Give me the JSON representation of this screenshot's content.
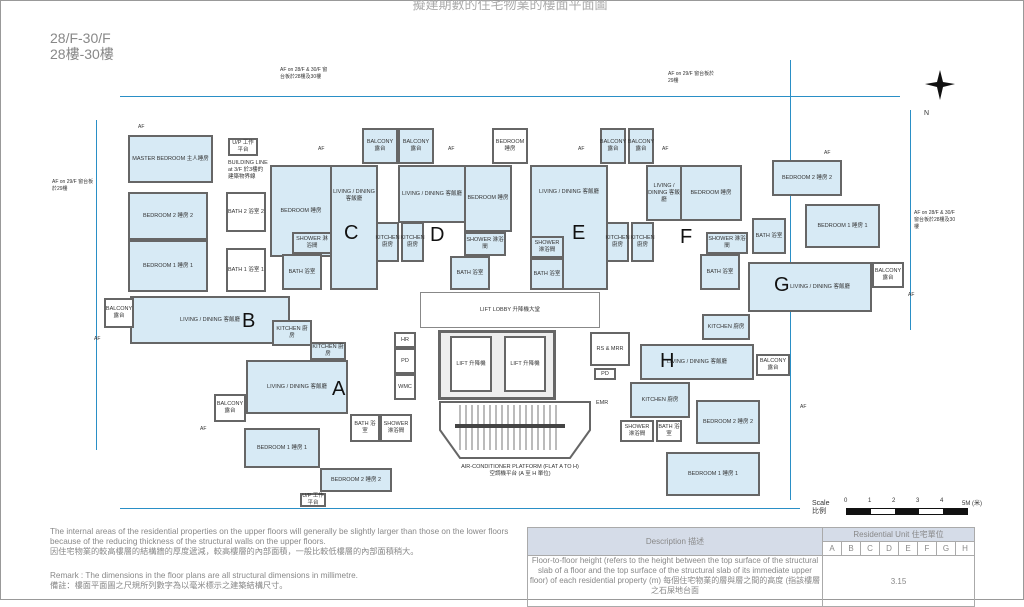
{
  "title": "擬建期數的住宅物業的樓面平面圖",
  "floor": {
    "en": "28/F-30/F",
    "zh": "28樓-30樓"
  },
  "compass": "N",
  "units": [
    "A",
    "B",
    "C",
    "D",
    "E",
    "F",
    "G",
    "H"
  ],
  "rooms": {
    "master_bedroom": "MASTER BEDROOM 主人睡房",
    "bedroom2_b": "BEDROOM 2 睡房 2",
    "bedroom1_b": "BEDROOM 1 睡房 1",
    "bath2_b": "BATH 2 浴室 2",
    "bath1_b": "BATH 1 浴室 1",
    "living_b": "LIVING / DINING 客飯廳",
    "kitchen_b": "KITCHEN 廚房",
    "balcony_b": "BALCONY 露台",
    "bedroom_c": "BEDROOM 睡房",
    "living_c": "LIVING / DINING 客飯廳",
    "kitchen_c": "KITCHEN 廚房",
    "shower_c": "SHOWER 淋浴間",
    "bath_c": "BATH 浴室",
    "balcony_c": "BALCONY 露台",
    "balcony_d": "BALCONY 露台",
    "living_d": "LIVING / DINING 客飯廳",
    "bedroom_d": "BEDROOM 睡房",
    "kitchen_d": "KITCHEN 廚房",
    "shower_d": "SHOWER 淋浴間",
    "bath_d": "BATH 浴室",
    "bedroom_e": "BEDROOM 睡房",
    "living_e": "LIVING / DINING 客飯廳",
    "shower_e": "SHOWER 淋浴間",
    "bath_e": "BATH 浴室",
    "kitchen_e": "KITCHEN 廚房",
    "balcony_e": "BALCONY 露台",
    "balcony_f": "BALCONY 露台",
    "kitchen_f": "KITCHEN 廚房",
    "living_f": "LIVING / DINING 客飯廳",
    "bedroom_f": "BEDROOM 睡房",
    "shower_f": "SHOWER 淋浴間",
    "bath_f": "BATH 浴室",
    "bedroom2_g": "BEDROOM 2 睡房 2",
    "bedroom1_g": "BEDROOM 1 睡房 1",
    "bath_g": "BATH 浴室",
    "living_g": "LIVING / DINING 客飯廳",
    "balcony_g": "BALCONY 露台",
    "kitchen_g": "KITCHEN 廚房",
    "living_a": "LIVING / DINING 客飯廳",
    "balcony_a": "BALCONY 露台",
    "bedroom1_a": "BEDROOM 1 睡房 1",
    "bedroom2_a": "BEDROOM 2 睡房 2",
    "bath_a": "BATH 浴室",
    "shower_a": "SHOWER 淋浴間",
    "kitchen_a": "KITCHEN 廚房",
    "living_h": "LIVING / DINING 客飯廳",
    "kitchen_h": "KITCHEN 廚房",
    "bedroom2_h": "BEDROOM 2 睡房 2",
    "bedroom1_h": "BEDROOM 1 睡房 1",
    "shower_h": "SHOWER 淋浴間",
    "bath_h": "BATH 浴室",
    "balcony_h": "BALCONY 露台",
    "lift_lobby": "LIFT LOBBY 升降機大堂",
    "lift1": "LIFT 升降機",
    "lift2": "LIFT 升降機",
    "hr": "HR",
    "pd": "PD",
    "wmc": "WMC",
    "rs_mrr": "RS & MRR",
    "pd2": "PD",
    "emr": "EMR",
    "ac_platform": "AIR-CONDITIONER PLATFORM (FLAT A TO H) 空調機平台 (A 至 H 單位)",
    "up_b": "U/P 工作平台",
    "up_a": "U/P 工作平台",
    "building_line": "BUILDING LINE at 3/F 於3樓的建築物界線"
  },
  "af_label": "AF",
  "af_notes": [
    "AF on 28/F & 30/F 窗台板於28樓及30樓",
    "AF on 29/F 窗台板於29樓",
    "AF on 29/F 窗台板於29樓",
    "AF on 28/F & 30/F 窗台板於28樓及30樓"
  ],
  "scale": {
    "label": "Scale 比例",
    "ticks": [
      "0",
      "1",
      "2",
      "3",
      "4",
      "5M (米)"
    ]
  },
  "notes": {
    "internal_en": "The internal areas of the residential properties on the upper floors will generally be slightly larger than those on the lower floors because of the reducing thickness of the structural walls on the upper floors.",
    "internal_zh": "因住宅物業的較高樓層的結構牆的厚度遞減，較高樓層的內部面積，一般比較低樓層的內部面積稍大。",
    "remark_en": "Remark : The dimensions in the floor plans are all structural dimensions in millimetre.",
    "remark_zh": "備註：樓面平面圖之尺規所列數字為以毫米標示之建築結構尺寸。"
  },
  "table": {
    "description_header": "Description 描述",
    "unit_header": "Residential Unit 住宅單位",
    "units": [
      "A",
      "B",
      "C",
      "D",
      "E",
      "F",
      "G",
      "H"
    ],
    "row_description": "Floor-to-floor height (refers to the height between the top surface of the structural slab of a floor and the top surface of the structural slab of its immediate upper floor) of each residential property (m) 每個住宅物業的層與層之間的高度 (指該樓層之石屎地台面",
    "row_value": "3.15"
  }
}
